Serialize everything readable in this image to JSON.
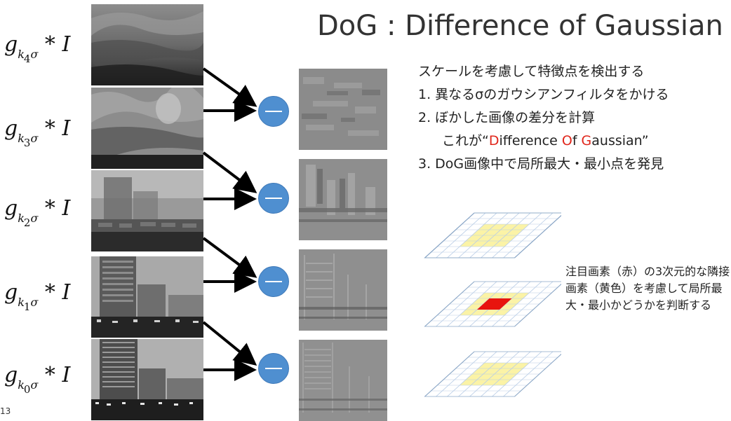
{
  "title": "DoG : Difference of Gaussian",
  "formulas": [
    {
      "base": "g",
      "k": "k",
      "exp": "4",
      "rest": " * I"
    },
    {
      "base": "g",
      "k": "k",
      "exp": "3",
      "rest": " * I"
    },
    {
      "base": "g",
      "k": "k",
      "exp": "2",
      "rest": " * I"
    },
    {
      "base": "g",
      "k": "k",
      "exp": "1",
      "rest": " * I"
    },
    {
      "base": "g",
      "k": "k",
      "exp": "0",
      "rest": " * I"
    }
  ],
  "sigma": "σ",
  "description": {
    "intro": "スケールを考慮して特徴点を検出する",
    "item1": "1.  異なるσのガウシアンフィルタをかける",
    "item2": "2.  ぼかした画像の差分を計算",
    "item2_sub_prefix": "これが“",
    "item2_sub_D": "D",
    "item2_sub_ifference": "ifference ",
    "item2_sub_O": "O",
    "item2_sub_f": "f ",
    "item2_sub_G": "G",
    "item2_sub_aussian": "aussian”",
    "item3": "3.  DoG画像中で局所最大・最小点を発見"
  },
  "note": "注目画素（赤）の3次元的な隣接画素（黄色）を考慮して局所最大・最小かどうかを判断する",
  "page_number": "13",
  "colors": {
    "accent_red": "#e0261b",
    "minus_circle": "#4f8fd0",
    "highlight_yellow": "#fbf3a6",
    "center_red": "#e8140e",
    "grid_line": "#b9cde6"
  }
}
